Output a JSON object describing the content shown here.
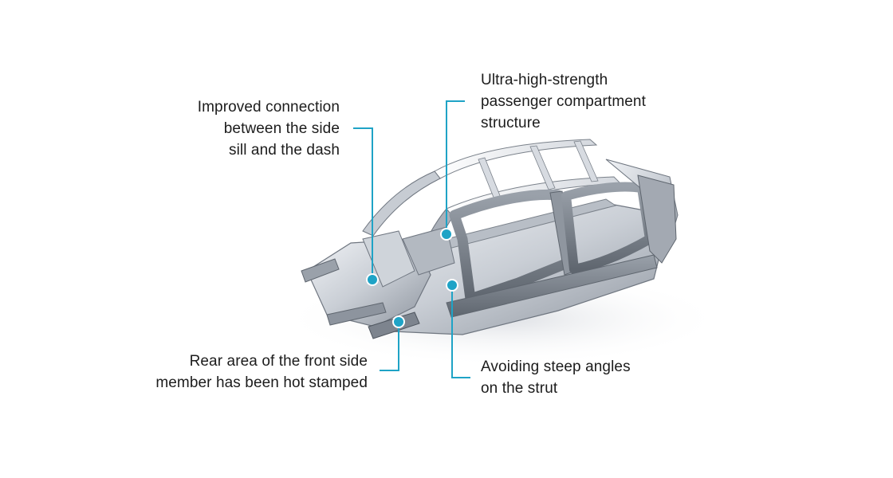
{
  "diagram": {
    "colors": {
      "callout": "#1fa3c6",
      "frame_light": "#e4e7ec",
      "frame_mid": "#aeb4bd",
      "frame_dark": "#6f7680",
      "text": "#1c1c1c"
    },
    "callouts": [
      {
        "id": "connection",
        "lines": [
          "Improved connection",
          "between the side",
          "sill and the dash"
        ]
      },
      {
        "id": "compartment",
        "lines": [
          "Ultra-high-strength",
          "passenger compartment",
          "structure"
        ]
      },
      {
        "id": "front_member",
        "lines": [
          "Rear area of the front side",
          "member has been hot stamped"
        ]
      },
      {
        "id": "strut",
        "lines": [
          "Avoiding steep angles",
          "on the strut"
        ]
      }
    ]
  }
}
